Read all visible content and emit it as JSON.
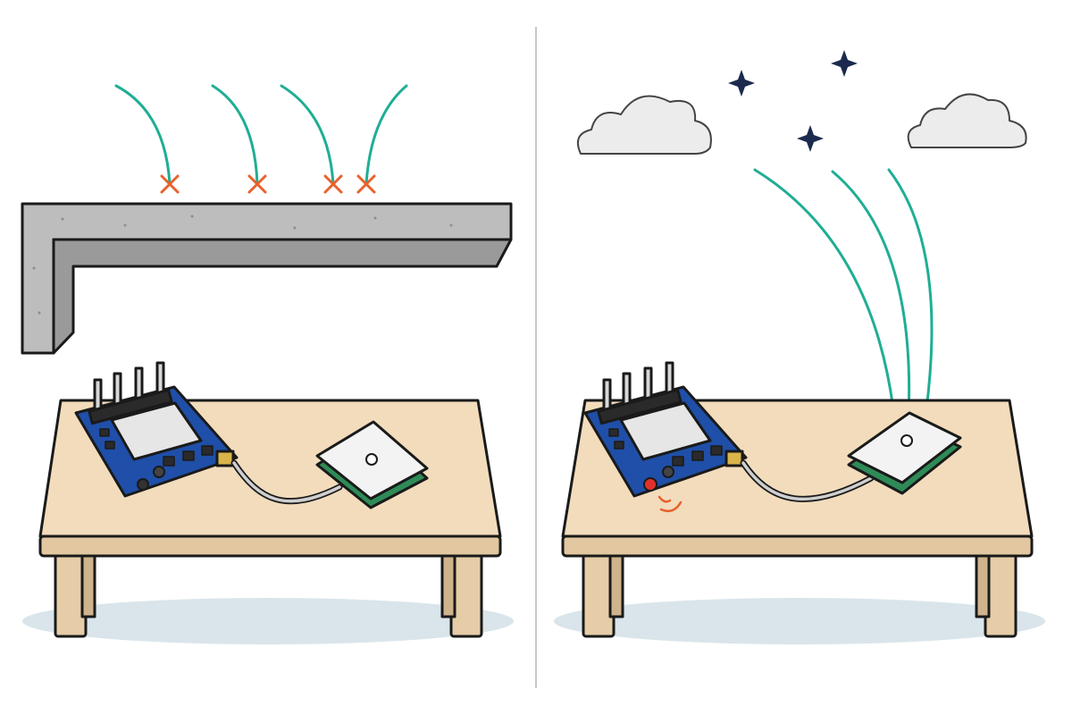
{
  "panels": [
    {
      "id": "indoor",
      "condition": "blocked",
      "signal_count": 4,
      "fix_led": false
    },
    {
      "id": "outdoor",
      "condition": "open-sky",
      "signal_count": 3,
      "fix_led": true
    }
  ],
  "colors": {
    "signal": "#1fae94",
    "blocked_mark": "#e8612c",
    "star": "#1b2a4e",
    "pcb": "#1f4fa8",
    "table_top": "#f2dcbc",
    "table_edge": "#e2c7a0",
    "concrete": "#b9b9b9",
    "cloud": "#ececec",
    "led_on": "#e0322a",
    "shadow": "#d9e5ea"
  },
  "icons": {
    "blocked": "x-mark-icon",
    "star": "sparkle-star-icon",
    "cloud": "cloud-icon",
    "led_pulse": "signal-arc-icon"
  }
}
